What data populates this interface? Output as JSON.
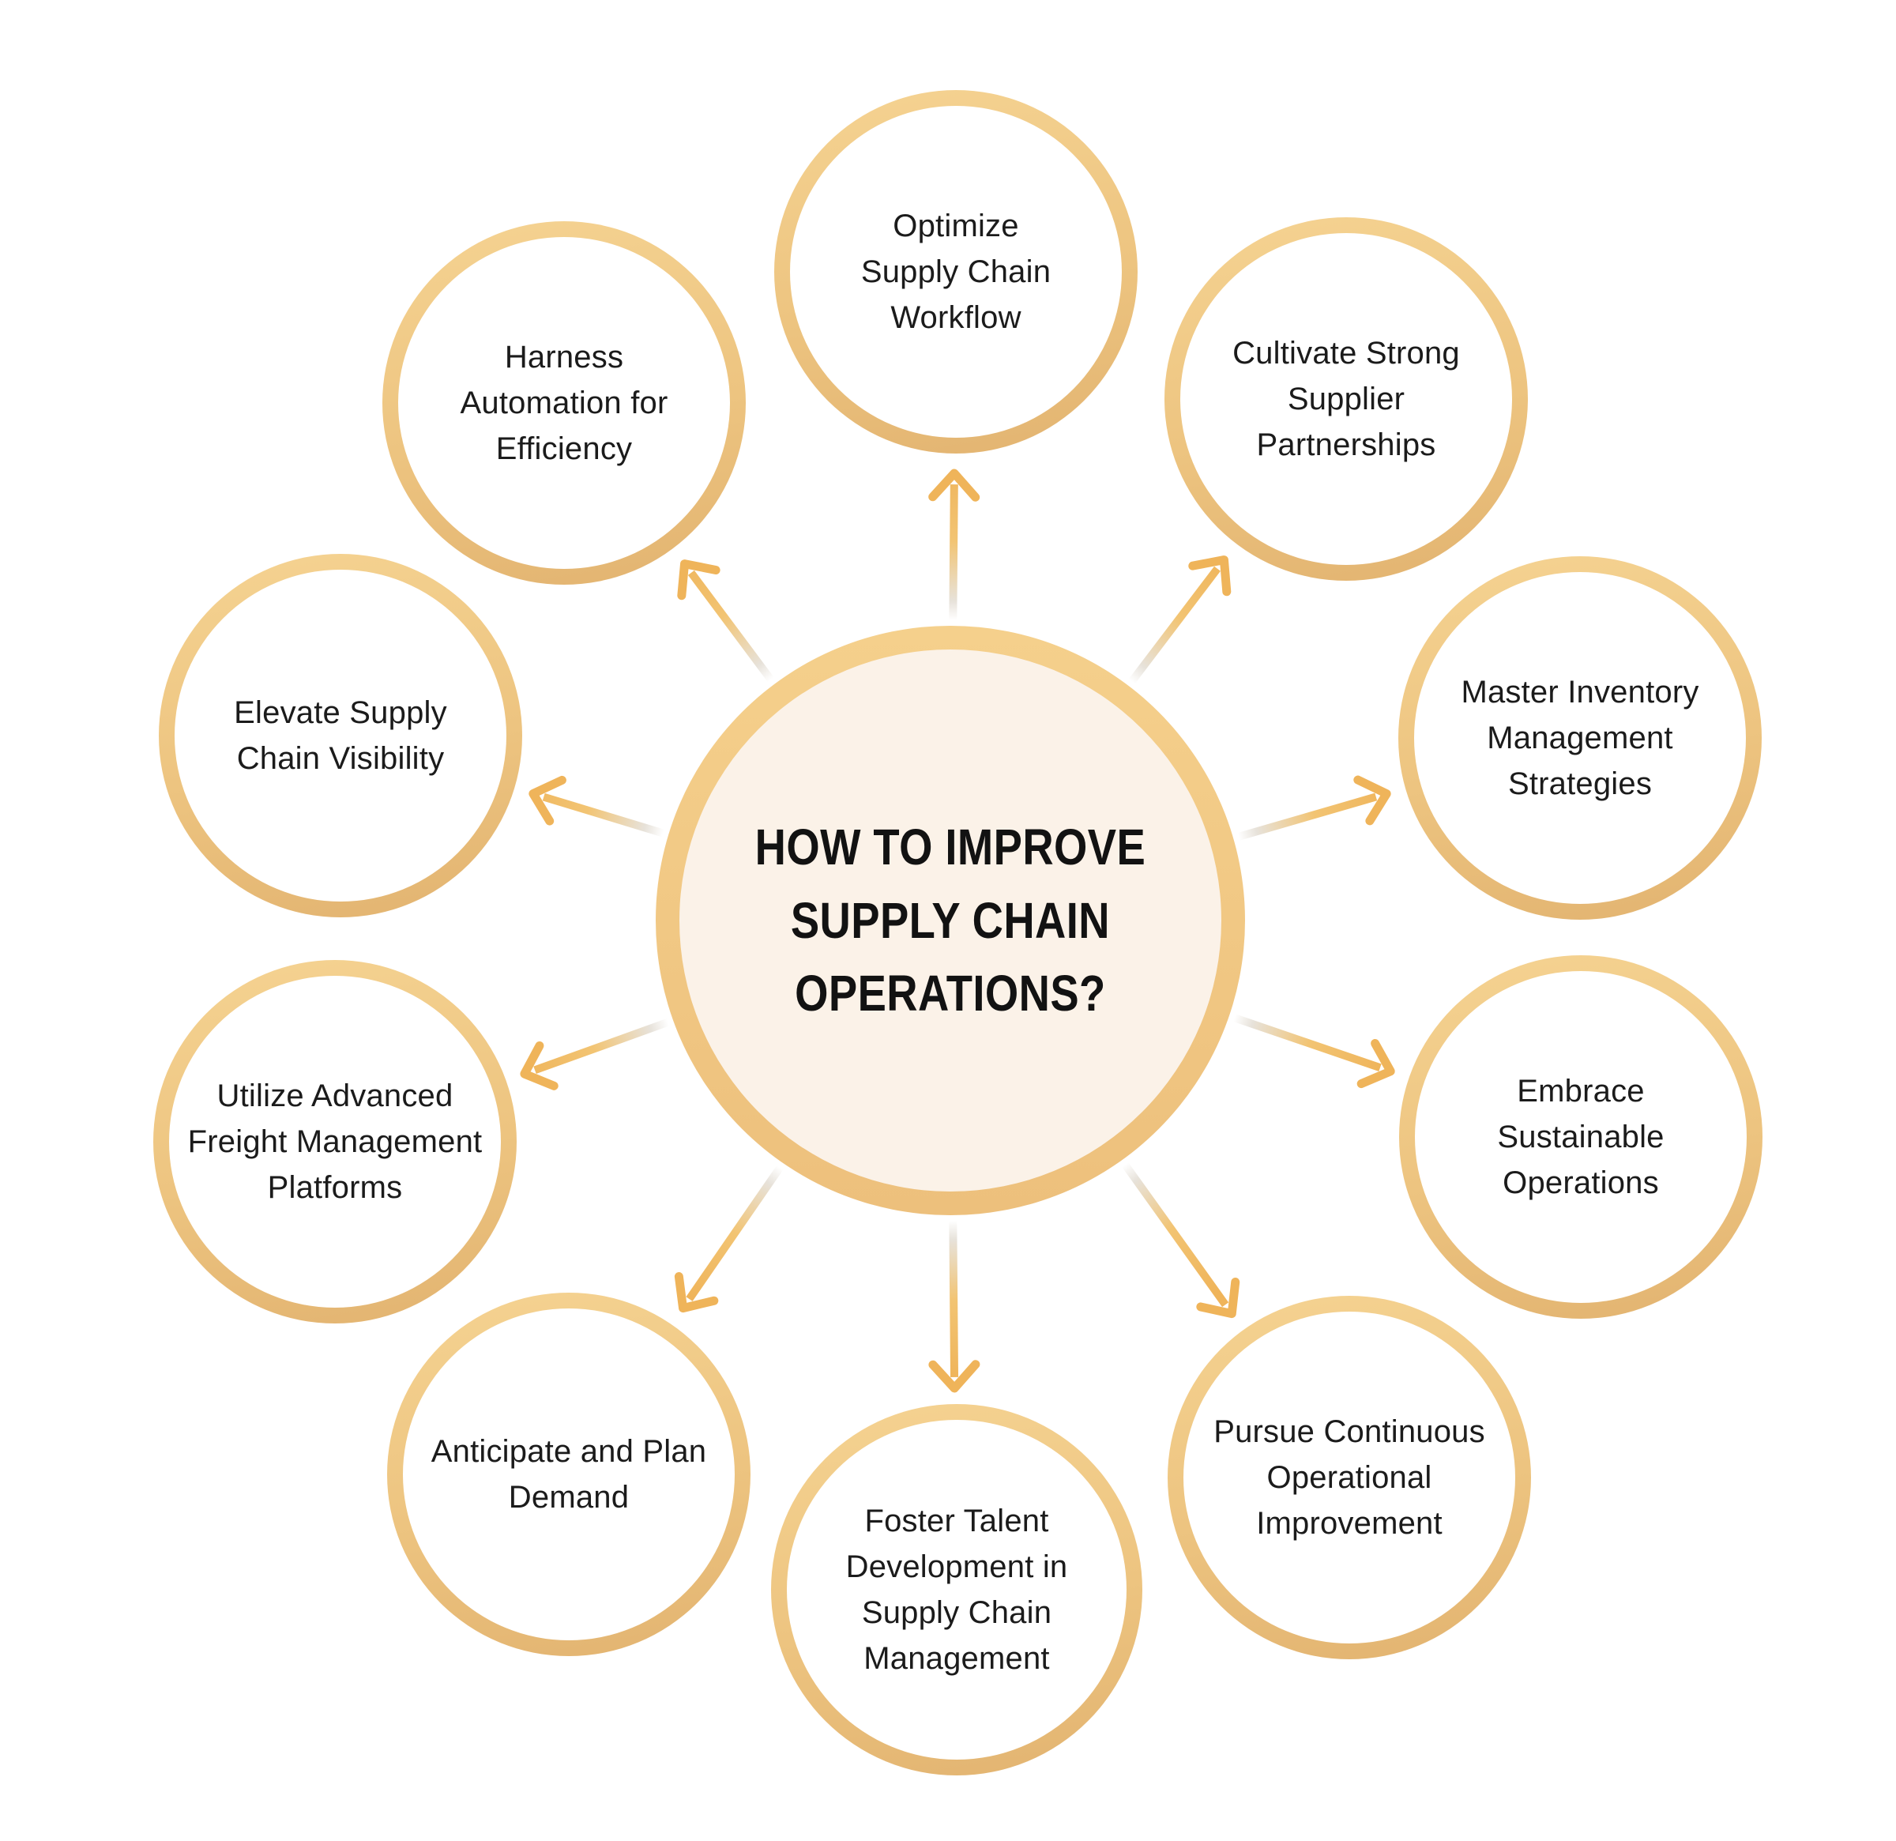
{
  "diagram": {
    "title": "HOW TO IMPROVE SUPPLY CHAIN OPERATIONS?",
    "center": {
      "label": "HOW TO IMPROVE\nSUPPLY CHAIN\nOPERATIONS?"
    },
    "nodes": [
      {
        "id": "optimize-supply-chain-workflow",
        "label": "Optimize\nSupply Chain\nWorkflow"
      },
      {
        "id": "cultivate-strong-supplier-partnerships",
        "label": "Cultivate Strong\nSupplier\nPartnerships"
      },
      {
        "id": "master-inventory-management-strategies",
        "label": "Master Inventory\nManagement\nStrategies"
      },
      {
        "id": "embrace-sustainable-operations",
        "label": "Embrace\nSustainable\nOperations"
      },
      {
        "id": "pursue-continuous-operational-improvement",
        "label": "Pursue Continuous\nOperational\nImprovement"
      },
      {
        "id": "foster-talent-development-in-supply-chain-management",
        "label": "Foster Talent\nDevelopment in\nSupply Chain\nManagement"
      },
      {
        "id": "anticipate-and-plan-demand",
        "label": "Anticipate and Plan\nDemand"
      },
      {
        "id": "utilize-advanced-freight-management-platforms",
        "label": "Utilize Advanced\nFreight Management\nPlatforms"
      },
      {
        "id": "elevate-supply-chain-visibility",
        "label": "Elevate Supply\nChain Visibility"
      },
      {
        "id": "harness-automation-for-efficiency",
        "label": "Harness\nAutomation for\nEfficiency"
      }
    ],
    "colors": {
      "background": "#FFFFFF",
      "ring_gold_light": "#F5D392",
      "ring_gold_dark": "#E2B370",
      "center_ring_light": "#F5D08C",
      "center_ring_dark": "#EDC07C",
      "center_fill": "#FBF2E8",
      "arrow_gold": "#EFB45A",
      "text": "#1B1B1B"
    }
  }
}
